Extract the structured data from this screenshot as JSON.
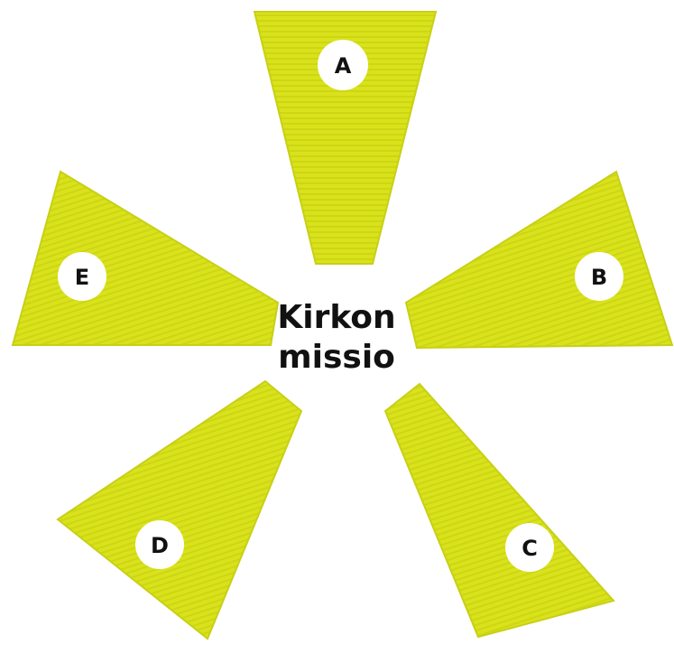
{
  "center": {
    "line1": "Kirkon",
    "line2": "missio"
  },
  "petals": [
    {
      "id": "A",
      "label": "A"
    },
    {
      "id": "B",
      "label": "B"
    },
    {
      "id": "C",
      "label": "C"
    },
    {
      "id": "D",
      "label": "D"
    },
    {
      "id": "E",
      "label": "E"
    }
  ],
  "colors": {
    "petal_fill": "#d9e21a",
    "petal_stripe": "#b9c40e",
    "petal_edge": "#c7d015",
    "circle": "#ffffff",
    "text": "#111111"
  }
}
